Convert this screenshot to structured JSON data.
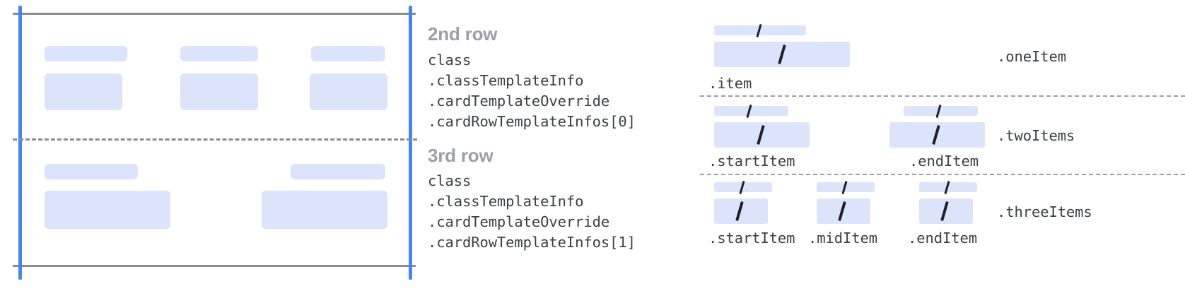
{
  "colors": {
    "placeholder_fill": "#dbe4fb",
    "card_edge": "#4285f4",
    "frame_line": "#8d8d8d",
    "row_divider": "#8b8b8b",
    "title_text": "#9aa0a6",
    "code_text": "#3c4043",
    "slash": "#202124",
    "background": "#ffffff"
  },
  "card_diagram": {
    "name": "card-row-layout-diagram",
    "rows": [
      {
        "name": "second-row",
        "columns": [
          {
            "label_block": true,
            "content_block": true
          },
          {
            "label_block": true,
            "content_block": true
          },
          {
            "label_block": true,
            "content_block": true
          }
        ]
      },
      {
        "name": "third-row",
        "columns": [
          {
            "label_block": true,
            "content_block": true
          },
          {
            "label_block": true,
            "content_block": true
          }
        ]
      }
    ]
  },
  "row_specs": [
    {
      "title": "2nd row",
      "code": [
        "class",
        ".classTemplateInfo",
        ".cardTemplateOverride",
        ".cardRowTemplateInfos[0]"
      ]
    },
    {
      "title": "3rd row",
      "code": [
        "class",
        ".classTemplateInfo",
        ".cardTemplateOverride",
        ".cardRowTemplateInfos[1]"
      ]
    }
  ],
  "item_variants": [
    {
      "variant_label": ".oneItem",
      "items": [
        {
          "label": ".item"
        }
      ]
    },
    {
      "variant_label": ".twoItems",
      "items": [
        {
          "label": ".startItem"
        },
        {
          "label": ".endItem"
        }
      ]
    },
    {
      "variant_label": ".threeItems",
      "items": [
        {
          "label": ".startItem"
        },
        {
          "label": ".midItem"
        },
        {
          "label": ".endItem"
        }
      ]
    }
  ],
  "icons": {
    "slash": "slash-placeholder-icon",
    "divider": "dashed-divider-icon"
  }
}
